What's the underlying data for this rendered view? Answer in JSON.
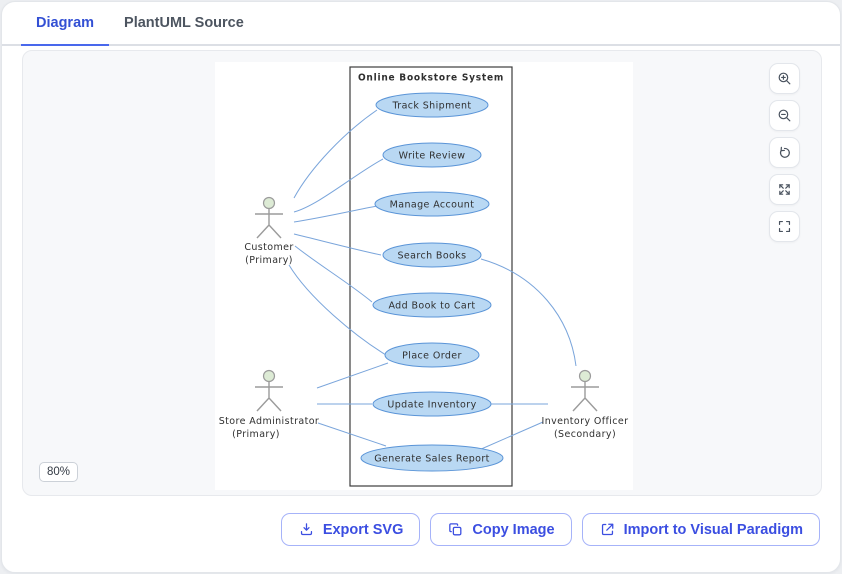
{
  "tabs": {
    "diagram_label": "Diagram",
    "source_label": "PlantUML Source"
  },
  "canvas": {
    "zoom_badge": "80%"
  },
  "diagram": {
    "system_title": "Online Bookstore System",
    "usecases": [
      "Track Shipment",
      "Write Review",
      "Manage Account",
      "Search Books",
      "Add Book to Cart",
      "Place Order",
      "Update Inventory",
      "Generate Sales Report"
    ],
    "actors": [
      {
        "name": "Customer",
        "role": "(Primary)"
      },
      {
        "name": "Store Administrator",
        "role": "(Primary)"
      },
      {
        "name": "Inventory Officer",
        "role": "(Secondary)"
      }
    ]
  },
  "zoom_controls": {
    "zoom_in": "zoom-in",
    "zoom_out": "zoom-out",
    "reset": "reset-view",
    "expand": "expand",
    "fullscreen": "fullscreen"
  },
  "footer": {
    "export_svg_label": "Export SVG",
    "copy_image_label": "Copy Image",
    "import_vp_label": "Import to Visual Paradigm"
  },
  "colors": {
    "accent_blue": "#3b4ee1",
    "tab_active": "#3350d4",
    "tab_underline": "#4968ec",
    "usecase_fill": "#b9d8f3",
    "usecase_border": "#5a94d7",
    "edge_blue": "#7aa5db",
    "actor_head_green": "#ddebd5",
    "panel_bg": "#f7f8fa"
  }
}
